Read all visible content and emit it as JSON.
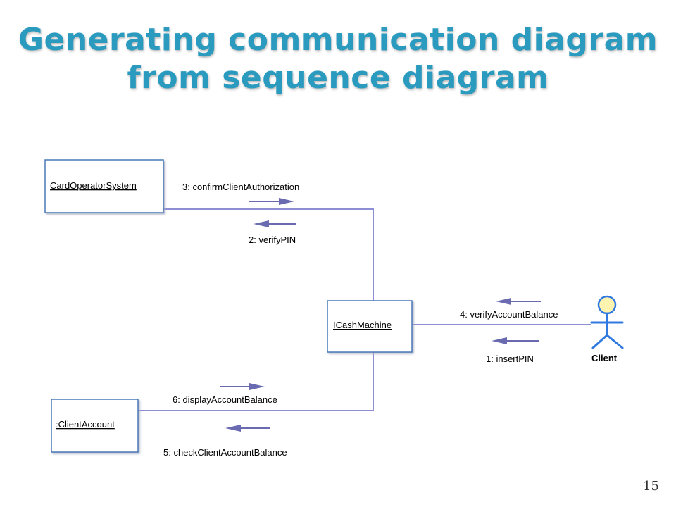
{
  "slide": {
    "title_line1": "Generating communication diagram",
    "title_line2": "from sequence diagram",
    "page_number": "15"
  },
  "diagram": {
    "objects": {
      "card_operator": "CardOperatorSystem",
      "cash_machine": "ICashMachine",
      "client_account": ":ClientAccount"
    },
    "actor": {
      "name": "Client"
    },
    "messages": {
      "m1": "1: insertPIN",
      "m2": "2: verifyPIN",
      "m3": "3: confirmClientAuthorization",
      "m4": "4: verifyAccountBalance",
      "m5": "5: checkClientAccountBalance",
      "m6": "6: displayAccountBalance"
    },
    "colors": {
      "object_border": "#4a79b8",
      "object_fill": "#ffffff",
      "link_line": "#8e8ed6",
      "arrow": "#6a6ab0",
      "actor": "#2f79e0",
      "actor_head": "#fff3b0"
    }
  }
}
